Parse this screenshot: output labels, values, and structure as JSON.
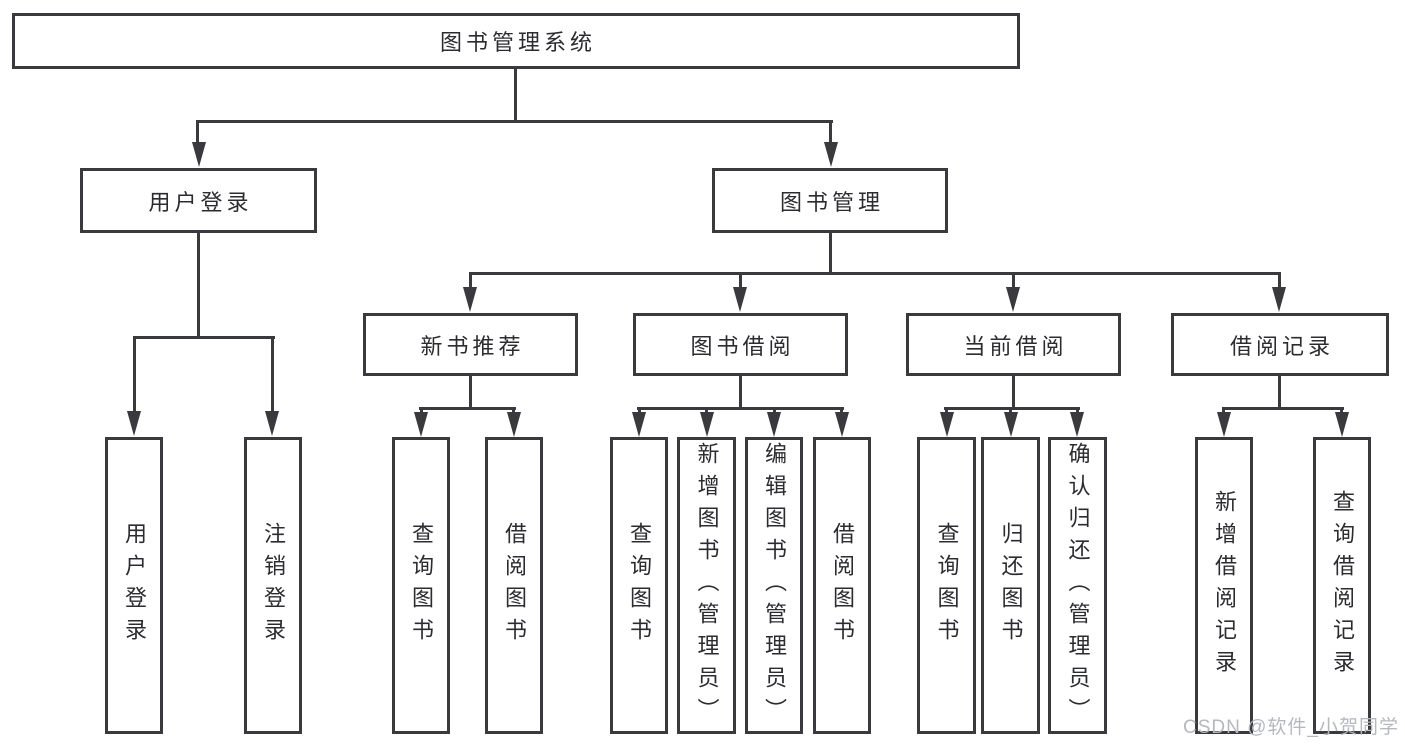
{
  "diagram": {
    "root": {
      "label": "图书管理系统"
    },
    "level2": [
      {
        "label": "用户登录"
      },
      {
        "label": "图书管理"
      }
    ],
    "level3": [
      {
        "label": "新书推荐"
      },
      {
        "label": "图书借阅"
      },
      {
        "label": "当前借阅"
      },
      {
        "label": "借阅记录"
      }
    ],
    "leaves": [
      {
        "label": "用户登录"
      },
      {
        "label": "注销登录"
      },
      {
        "label": "查询图书"
      },
      {
        "label": "借阅图书"
      },
      {
        "label": "查询图书"
      },
      {
        "label": "新增图书（管理员）"
      },
      {
        "label": "编辑图书（管理员）"
      },
      {
        "label": "借阅图书"
      },
      {
        "label": "查询图书"
      },
      {
        "label": "归还图书"
      },
      {
        "label": "确认归还（管理员）"
      },
      {
        "label": "新增借阅记录"
      },
      {
        "label": "查询借阅记录"
      }
    ]
  },
  "watermark": {
    "text": "CSDN @软件_小贺同学"
  },
  "colors": {
    "line": "#3a3a3e",
    "text": "#2c2c30",
    "watermark": "#b5b8bf",
    "background": "#ffffff"
  }
}
